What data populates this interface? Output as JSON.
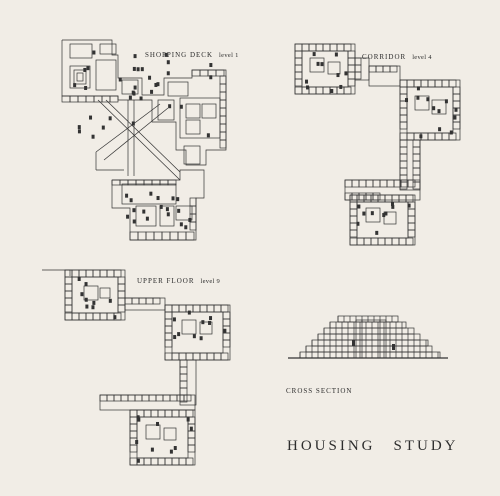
{
  "sheet": {
    "title_word1": "HOUSING",
    "title_word2": "STUDY"
  },
  "plans": [
    {
      "id": "shopping-deck",
      "name": "SHOPPING DECK",
      "level": "level 1"
    },
    {
      "id": "corridor",
      "name": "CORRIDOR",
      "level": "level 4"
    },
    {
      "id": "upper-floor",
      "name": "UPPER FLOOR",
      "level": "level 9"
    }
  ],
  "section": {
    "name": "CROSS SECTION"
  },
  "colors": {
    "paper": "#f1ede6",
    "ink": "#333333"
  }
}
